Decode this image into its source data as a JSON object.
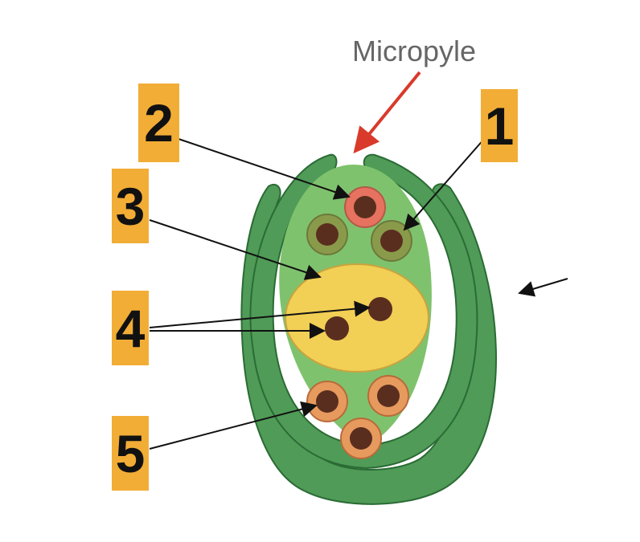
{
  "labels": {
    "micropyle": "Micropyle",
    "badges": [
      "1",
      "2",
      "3",
      "4",
      "5"
    ]
  },
  "colors": {
    "integument_fill": "#4f9b57",
    "integument_stroke": "#2b6b35",
    "nucellus_fill": "#7fc26d",
    "central_cell_fill": "#f2cf55",
    "central_cell_stroke": "#c9a33e",
    "nucleus_fill": "#5a2e1f",
    "egg_cell_fill": "#e6725f",
    "synergid_fill": "#8a9a4b",
    "antipodal_fill": "#e79a5d",
    "badge_fill": "#f2ad36",
    "arrow_red": "#d93a2b",
    "arrow_black": "#111111"
  },
  "icons": [
    "arrow-icon"
  ]
}
